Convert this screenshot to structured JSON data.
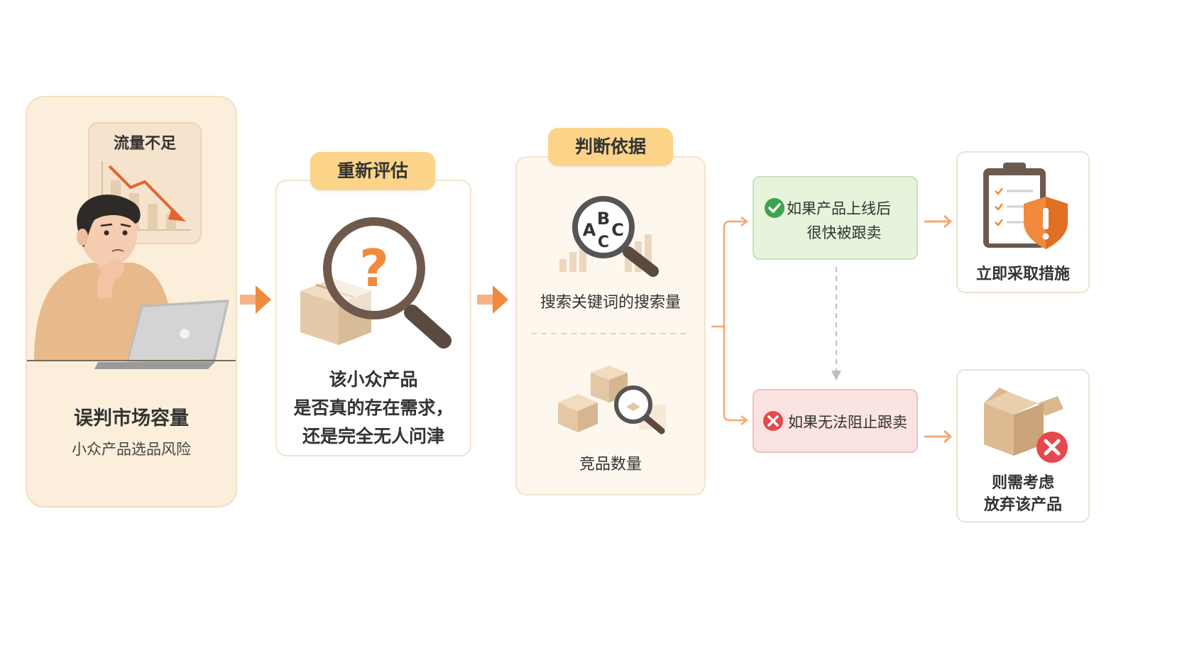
{
  "panel1": {
    "chart_label": "流量不足",
    "title": "误判市场容量",
    "subtitle": "小众产品选品风险"
  },
  "panel2": {
    "tag": "重新评估",
    "question": [
      "该小众产品",
      "是否真的存在需求，",
      "还是完全无人问津"
    ]
  },
  "panel3": {
    "tag": "判断依据",
    "item1": "搜索关键词的搜索量",
    "item2": "竞品数量",
    "abc_letters": [
      "A",
      "B",
      "C",
      "C"
    ]
  },
  "branch_top": {
    "text_line1": "如果产品上线后",
    "text_line2": "很快被跟卖"
  },
  "branch_bottom": {
    "text": "如果无法阻止跟卖"
  },
  "result_top": {
    "text": "立即采取措施"
  },
  "result_bottom": {
    "text_line1": "则需考虑",
    "text_line2": "放弃该产品"
  },
  "colors": {
    "panel_cream": "#fdf3e3",
    "tag_yellow": "#fbd48a",
    "arrow_orange": "#f59a52",
    "green_box": "#e6f4dc",
    "red_box": "#fbe3e1",
    "check_green": "#3fa34d",
    "cross_red": "#e5484d"
  }
}
